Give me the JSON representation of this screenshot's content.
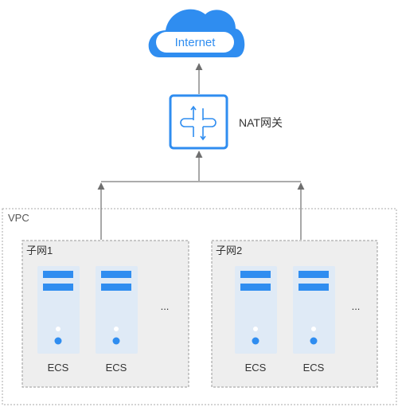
{
  "internet": {
    "label": "Internet"
  },
  "nat_gateway": {
    "label": "NAT网关"
  },
  "vpc": {
    "label": "VPC"
  },
  "subnets": [
    {
      "label": "子网1",
      "servers": [
        {
          "label": "ECS"
        },
        {
          "label": "ECS"
        }
      ],
      "ellipsis": "..."
    },
    {
      "label": "子网2",
      "servers": [
        {
          "label": "ECS"
        },
        {
          "label": "ECS"
        }
      ],
      "ellipsis": "..."
    }
  ],
  "colors": {
    "accent_blue": "#2f8df0",
    "icon_fill": "#dfeaf6",
    "subnet_fill": "#eeeeee",
    "line_gray": "#7a7a7a"
  }
}
